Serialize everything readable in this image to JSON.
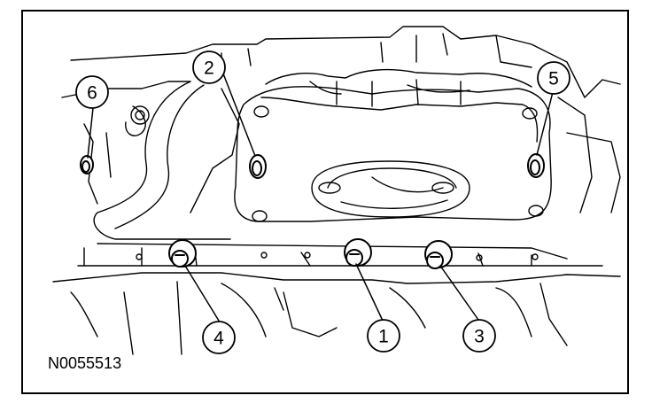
{
  "figure_id": "N0055513",
  "callouts": [
    {
      "label": "1"
    },
    {
      "label": "2"
    },
    {
      "label": "3"
    },
    {
      "label": "4"
    },
    {
      "label": "5"
    },
    {
      "label": "6"
    }
  ],
  "colors": {
    "ink": "#000000",
    "background": "#ffffff"
  }
}
